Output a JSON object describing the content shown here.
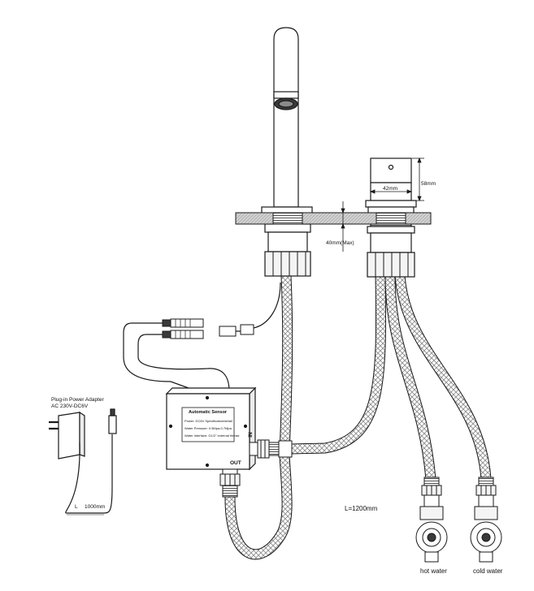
{
  "faucet": {
    "dim_width": "42mm",
    "dim_height": "58mm",
    "dim_deck": "40mm(Max)"
  },
  "control_box": {
    "title": "Automatic Sensor",
    "line1": "Power: DC6V  Specification/detail",
    "line2": "Water Pressure:  0.5Mpa-0.7Mpa",
    "line3": "Water Interface:  G1/2\" external thread",
    "port_in": "IN",
    "port_out": "OUT"
  },
  "adapter": {
    "title": "Plug-in Power Adapter",
    "spec": "AC 230V-DC6V",
    "cable_label": "L",
    "cable_length": "1000mm"
  },
  "hose_length": "L=1200mm",
  "hot_label": "hot water",
  "cold_label": "cold water",
  "colors": {
    "stroke": "#1a1a1a",
    "fill": "#ffffff",
    "braid": "#9a9a9a",
    "deck": "#c8c8c8"
  }
}
